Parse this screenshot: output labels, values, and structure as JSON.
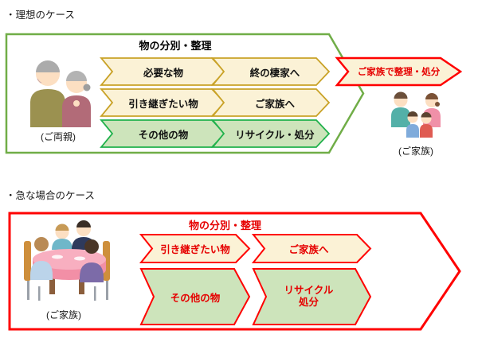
{
  "ideal": {
    "heading": "・理想のケース",
    "title": "物の分別・整理",
    "actor_label": "(ご両親)",
    "rows": [
      {
        "left": "必要な物",
        "right": "終の棲家へ"
      },
      {
        "left": "引き継ぎたい物",
        "right": "ご家族へ"
      },
      {
        "left": "その他の物",
        "right": "リサイクル・処分"
      }
    ],
    "outcome": "ご家族で整理・処分",
    "family_label": "(ご家族)"
  },
  "urgent": {
    "heading": "・急な場合のケース",
    "title": "物の分別・整理",
    "actor_label": "(ご家族)",
    "rows": [
      {
        "left": "引き継ぎたい物",
        "right": "ご家族へ"
      },
      {
        "left": "その他の物",
        "right": "リサイクル\n処分"
      }
    ]
  },
  "colors": {
    "container_green": "#70AD47",
    "arrow_green_border": "#21B14C",
    "arrow_green_fill": "#CDE4BB",
    "arrow_gold_border": "#C9A227",
    "arrow_cream_fill": "#FBF2D6",
    "accent_red": "#FF0000",
    "text_red": "#E60000",
    "text_black": "#000000"
  }
}
